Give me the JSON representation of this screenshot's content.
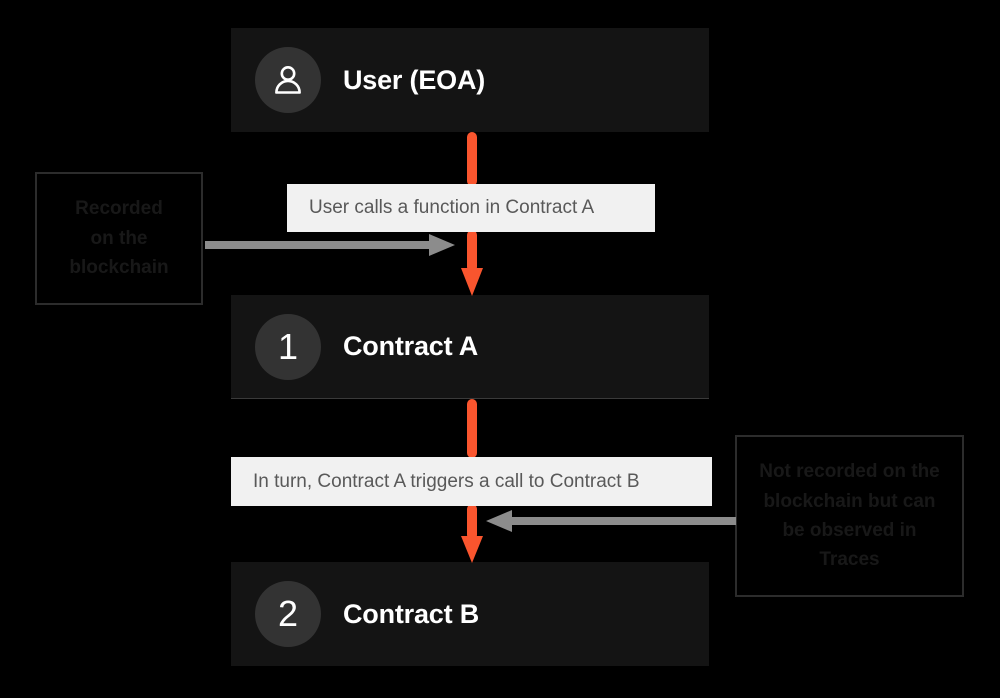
{
  "diagram": {
    "title": "Transaction call flow: User to Contract A to Contract B",
    "colors": {
      "background": "#000000",
      "node_fill": "#141414",
      "badge_fill": "#333333",
      "node_text": "#ffffff",
      "caption_fill": "#f1f1f1",
      "caption_text": "#595959",
      "arrow_accent": "#f9552e",
      "connector_gray": "#8c8c8c",
      "annotation_border": "#2c2c2c",
      "annotation_text": "#181818"
    }
  },
  "nodes": [
    {
      "id": "user",
      "badge_type": "person-icon",
      "badge_text": "",
      "label": "User (EOA)"
    },
    {
      "id": "contract-a",
      "badge_type": "number",
      "badge_text": "1",
      "label": "Contract A"
    },
    {
      "id": "contract-b",
      "badge_type": "number",
      "badge_text": "2",
      "label": "Contract B"
    }
  ],
  "captions": [
    {
      "id": "caption-user-to-a",
      "text": "User calls a function in Contract A"
    },
    {
      "id": "caption-a-to-b",
      "text": "In turn, Contract A triggers a call to Contract B"
    }
  ],
  "annotations": {
    "left": {
      "lines": [
        "Recorded",
        "on the",
        "blockchain"
      ],
      "points_to": "caption-user-to-a"
    },
    "right": {
      "lines": [
        "Not recorded on the",
        "blockchain but can",
        "be observed in",
        "Traces"
      ],
      "points_to": "arrow-a-to-b"
    }
  },
  "arrows": {
    "vertical": [
      {
        "id": "arrow-user-to-a",
        "direction": "down",
        "color": "#f9552e"
      },
      {
        "id": "arrow-a-to-b",
        "direction": "down",
        "color": "#f9552e"
      }
    ],
    "connectors": [
      {
        "id": "connector-left",
        "direction": "right",
        "color": "#8c8c8c"
      },
      {
        "id": "connector-right",
        "direction": "left",
        "color": "#8c8c8c"
      }
    ]
  }
}
